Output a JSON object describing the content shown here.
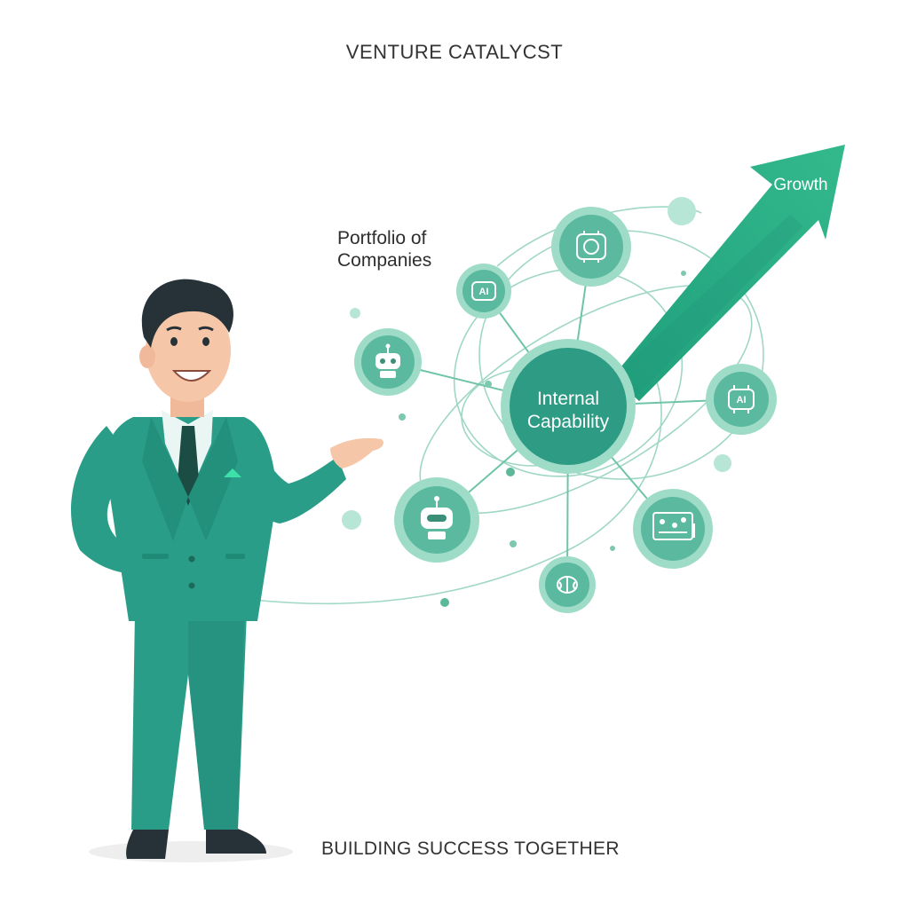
{
  "title": "VENTURE CATALYCST",
  "tagline": "BUILDING SUCCESS TOGETHER",
  "portfolio_label": "Portfolio of Companies",
  "hub": {
    "line1": "Internal",
    "line2": "Capability"
  },
  "growth_label": "Growth",
  "nodes": [
    {
      "name": "brain-chip",
      "icon": "brain-chip-icon"
    },
    {
      "name": "ai-top",
      "icon": "ai-chip-icon",
      "text": "AI"
    },
    {
      "name": "robot-left",
      "icon": "robot-icon"
    },
    {
      "name": "ai-right",
      "icon": "ai-chip-icon",
      "text": "AI"
    },
    {
      "name": "robot-bottom",
      "icon": "robot-icon"
    },
    {
      "name": "dashboard",
      "icon": "dashboard-icon"
    },
    {
      "name": "brain-bottom",
      "icon": "brain-icon"
    }
  ],
  "colors": {
    "suit": "#2a9d88",
    "suit_dark": "#1e7d6c",
    "node_fill": "#5bb99f",
    "node_ring": "#9fdcc8",
    "hub_fill": "#2e9b85",
    "arrow": "#27a881",
    "line": "#8fd0bb"
  }
}
